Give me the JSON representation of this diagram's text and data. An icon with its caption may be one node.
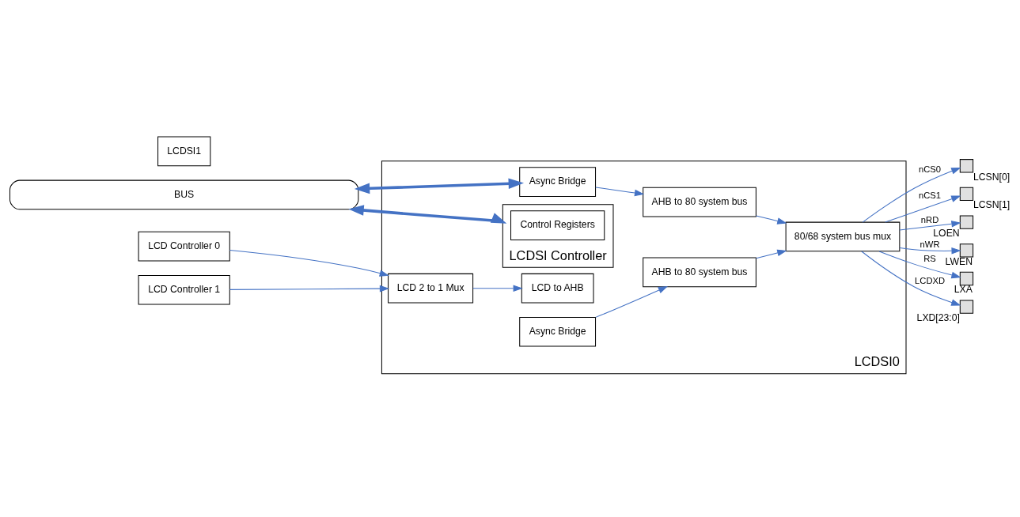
{
  "diagram": {
    "nodes": [
      {
        "text": [
          "BUS"
        ]
      },
      {
        "text": [
          "LCDSI1"
        ]
      },
      {
        "text": [
          "LCDSI0"
        ]
      },
      {
        "text": [
          "Async Bridge"
        ],
        "in": 2
      },
      {
        "text": [
          "AHB to 80 system bus"
        ],
        "in": 2
      },
      {
        "text": [
          "LCDSI Controller"
        ],
        "in": 2
      },
      {
        "text": [
          "Control Registers"
        ],
        "in": 5
      },
      {
        "text": [
          "LCD Controller 0"
        ]
      },
      {
        "text": [
          "LCD Controller 1"
        ]
      },
      {
        "text": [
          "LCD 2 to 1 Mux"
        ],
        "in": 2
      },
      {
        "text": [
          "LCD to AHB"
        ],
        "in": 2
      },
      {
        "text": [
          "Async Bridge"
        ],
        "in": 2
      },
      {
        "text": [
          "AHB to 80 system bus"
        ],
        "in": 2
      },
      {
        "text": [
          "80/68 system bus mux"
        ],
        "in": 2
      },
      {
        "text": [],
        "shape": "box",
        "beside": [
          "LCSN[0]"
        ]
      },
      {
        "text": [],
        "shape": "box",
        "beside": [
          "LCSN[1]"
        ]
      },
      {
        "text": [],
        "shape": "box",
        "beside": [
          "LOEN"
        ]
      },
      {
        "text": [],
        "shape": "box",
        "beside": [
          "LWEN"
        ]
      },
      {
        "text": [],
        "shape": "box",
        "beside": [
          "LXA"
        ]
      },
      {
        "text": [],
        "shape": "box",
        "beside": [
          "LXD[23:0]"
        ]
      }
    ],
    "edges": [
      {
        "from": 0,
        "to": 3,
        "arrow": "both",
        "style": "thick"
      },
      {
        "from": 0,
        "to": 5,
        "arrow": "both",
        "style": "thick"
      },
      {
        "from": 3,
        "to": 4,
        "arrow": "to"
      },
      {
        "from": 4,
        "to": 13,
        "arrow": "to"
      },
      {
        "from": 7,
        "to": 9,
        "arrow": "to"
      },
      {
        "from": 8,
        "to": 9,
        "arrow": "to"
      },
      {
        "from": 9,
        "to": 10,
        "arrow": "to"
      },
      {
        "from": 11,
        "to": 12,
        "arrow": "to"
      },
      {
        "from": 12,
        "to": 13,
        "arrow": "to"
      },
      {
        "from": 13,
        "to": 14,
        "arrow": "to",
        "label": "nCS0"
      },
      {
        "from": 13,
        "to": 15,
        "arrow": "to",
        "label": "nCS1"
      },
      {
        "from": 13,
        "to": 16,
        "arrow": "to",
        "label": "nRD"
      },
      {
        "from": 13,
        "to": 17,
        "arrow": "to",
        "label": "nWR"
      },
      {
        "from": 13,
        "to": 18,
        "arrow": "to",
        "label": "RS"
      },
      {
        "from": 13,
        "to": 19,
        "arrow": "to",
        "label": "LCDXD"
      }
    ]
  }
}
